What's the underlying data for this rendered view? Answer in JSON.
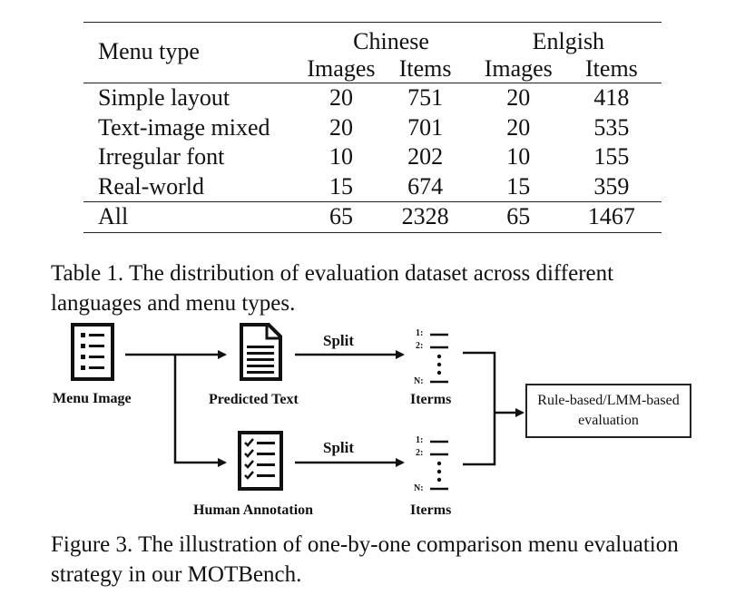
{
  "table": {
    "header": {
      "row_label": "Menu type",
      "groups": [
        "Chinese",
        "Enlgish"
      ],
      "subcols": [
        "Images",
        "Items",
        "Images",
        "Items"
      ]
    },
    "rows": [
      {
        "type": "Simple layout",
        "values": [
          "20",
          "751",
          "20",
          "418"
        ]
      },
      {
        "type": "Text-image mixed",
        "values": [
          "20",
          "701",
          "20",
          "535"
        ]
      },
      {
        "type": "Irregular font",
        "values": [
          "10",
          "202",
          "10",
          "155"
        ]
      },
      {
        "type": "Real-world",
        "values": [
          "15",
          "674",
          "15",
          "359"
        ]
      }
    ],
    "total": {
      "type": "All",
      "values": [
        "65",
        "2328",
        "65",
        "1467"
      ]
    }
  },
  "table_caption": "Table 1. The distribution of evaluation dataset across different languages and menu types.",
  "figure": {
    "menu_image_label": "Menu Image",
    "predicted_text_label": "Predicted Text",
    "human_annotation_label": "Human Annotation",
    "split_label_top": "Split",
    "split_label_bottom": "Split",
    "items_label_top": "Iterms",
    "items_label_bottom": "Iterms",
    "list_markers": {
      "first": "1:",
      "second": "2:",
      "last": "N:"
    },
    "eval_box_line1": "Rule-based/LMM-based",
    "eval_box_line2": "evaluation"
  },
  "figure_caption": "Figure 3. The illustration of one-by-one comparison menu evaluation strategy in our MOTBench."
}
